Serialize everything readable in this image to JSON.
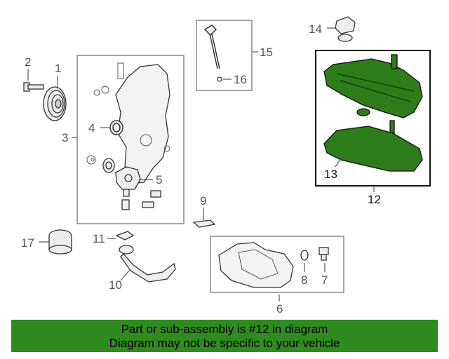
{
  "callouts": [
    "1",
    "2",
    "3",
    "4",
    "5",
    "6",
    "7",
    "8",
    "9",
    "10",
    "11",
    "12",
    "13",
    "14",
    "15",
    "16",
    "17"
  ],
  "banner": {
    "line1": "Part or sub-assembly is #12 in diagram",
    "line2": "Diagram may not be specific to your vehicle"
  },
  "colors": {
    "highlight": "#2e7d1a",
    "banner": "#2f8a1f",
    "line": "#555555"
  }
}
